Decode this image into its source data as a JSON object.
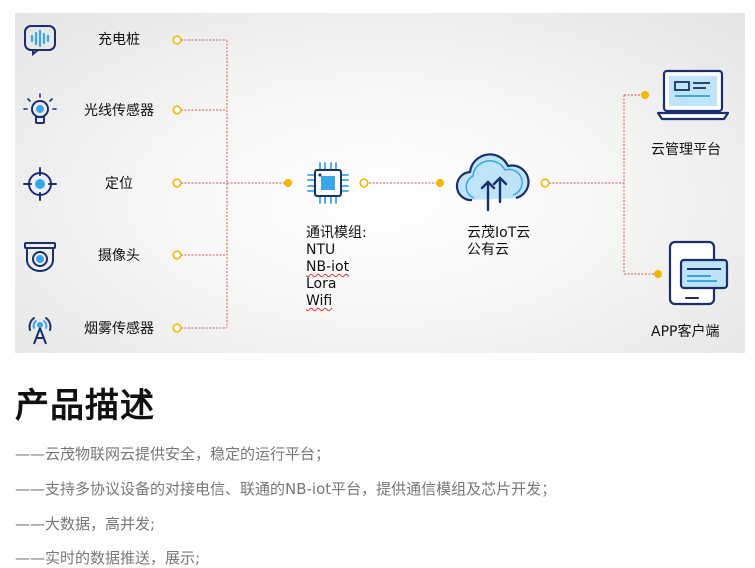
{
  "devices": [
    {
      "label": "充电桩",
      "icon": "voice-wave-icon"
    },
    {
      "label": "光线传感器",
      "icon": "light-bulb-icon"
    },
    {
      "label": "定位",
      "icon": "crosshair-icon"
    },
    {
      "label": "摄像头",
      "icon": "camera-icon"
    },
    {
      "label": "烟雾传感器",
      "icon": "antenna-icon"
    }
  ],
  "module": {
    "title": "通讯模组:",
    "items": [
      "NTU",
      "NB-iot",
      "Lora",
      "Wifi"
    ]
  },
  "cloud": {
    "line1": "云茂IoT云",
    "line2": "公有云"
  },
  "outputs": [
    {
      "label": "云管理平台",
      "icon": "laptop-icon"
    },
    {
      "label": "APP客户端",
      "icon": "tablet-icon"
    }
  ],
  "section": {
    "title": "产品描述",
    "lines": [
      "——云茂物联网云提供安全，稳定的运行平台；",
      "——支持多协议设备的对接电信、联通的NB-iot平台，提供通信模组及芯片开发；",
      "——大数据，高并发;",
      "——实时的数据推送，展示;"
    ]
  },
  "colors": {
    "line": "#e05555",
    "dot": "#f5b800",
    "icon_navy": "#1a2f6b",
    "icon_blue": "#3aa6e8"
  }
}
